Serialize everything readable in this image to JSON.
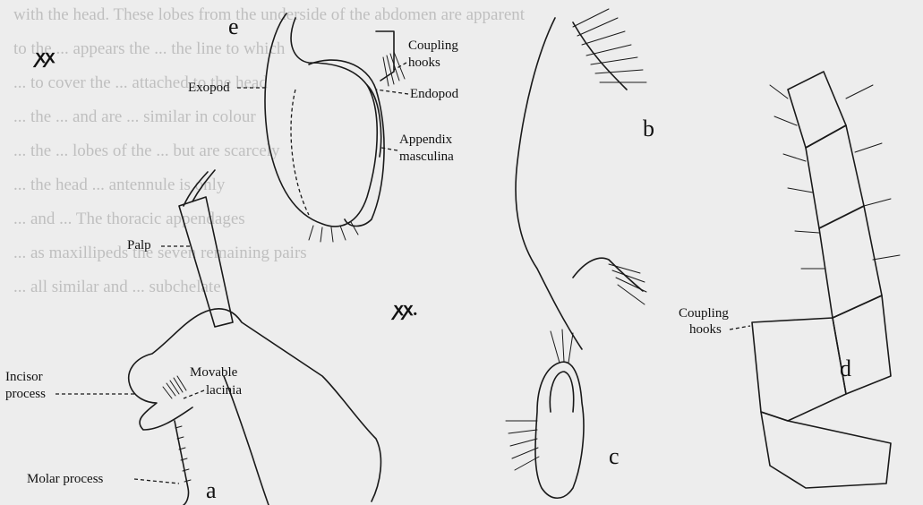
{
  "panels": {
    "a": {
      "letter": "a",
      "labels": {
        "palp": "Palp",
        "incisor": [
          "Incisor",
          "process"
        ],
        "movable": [
          "Movable",
          "lacinia"
        ],
        "molar": "Molar process"
      }
    },
    "b": {
      "letter": "b"
    },
    "c": {
      "letter": "c"
    },
    "d": {
      "letter": "d",
      "labels": {
        "coupling": [
          "Coupling",
          "hooks"
        ]
      }
    },
    "e": {
      "letter": "e",
      "labels": {
        "coupling": [
          "Coupling",
          "hooks"
        ],
        "exopod": "Exopod",
        "endopod": "Endopod",
        "appendix": [
          "Appendix",
          "masculina"
        ]
      }
    }
  },
  "scale_marks": [
    "ꭗꭗ",
    "ꭗꭗ."
  ],
  "background_text": [
    "with the head. These lobes from the underside of the abdomen are apparent",
    "to the ... appears the ... the line to which",
    "... to cover the ... attached to the head",
    "... the ... and are ... similar in colour",
    "... the ... lobes of the ... but are scarcely",
    "... the head ... antennule is only",
    "... and ... The thoracic appendages",
    "... as maxillipeds the seven remaining pairs",
    "... all similar and ... subchelate"
  ]
}
